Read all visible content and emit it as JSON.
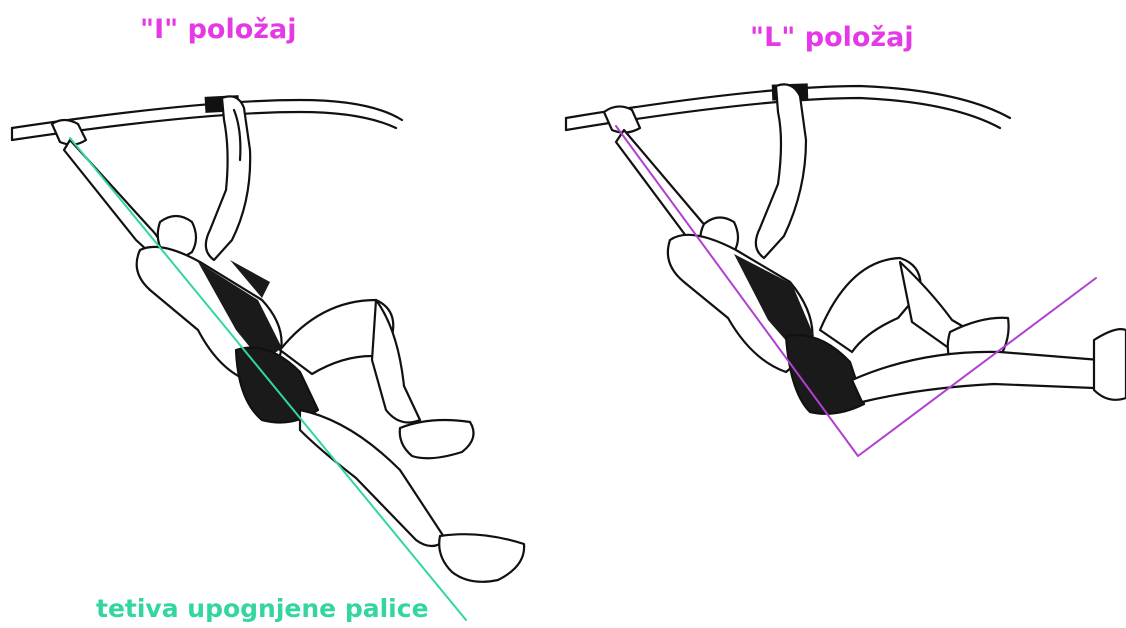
{
  "left_figure": {
    "title": "\"I\" položaj"
  },
  "right_figure": {
    "title": "\"L\" položaj"
  },
  "caption": "tetiva upognjene palice",
  "colors": {
    "title": "#e639e6",
    "chord_line": "#33d6a0",
    "l_line": "#b040d0",
    "ink": "#111111",
    "suit": "#1a1a1a"
  }
}
